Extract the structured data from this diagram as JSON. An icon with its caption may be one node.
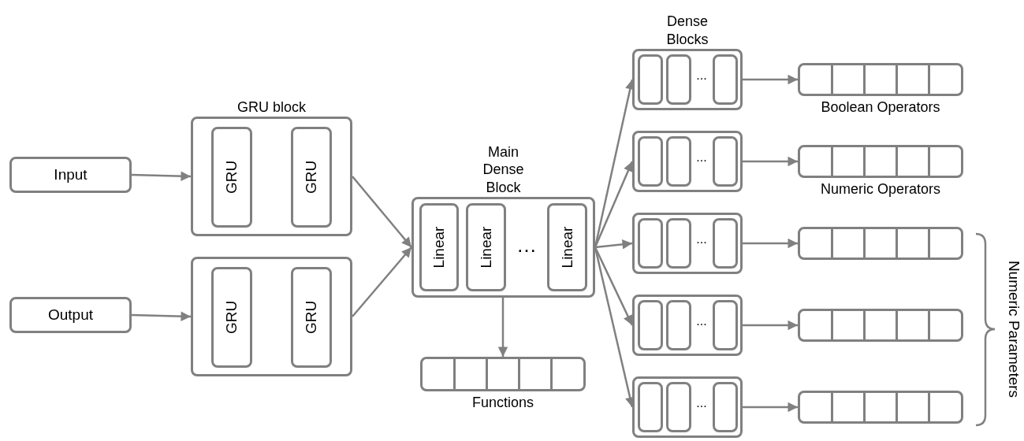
{
  "diagram": {
    "nodes": [
      {
        "text": [
          "Input"
        ]
      },
      {
        "text": [
          "Output"
        ]
      },
      {
        "text": [
          "GRU block"
        ]
      },
      {
        "text": [
          "GRU"
        ],
        "in": 2
      },
      {
        "text": [
          "GRU"
        ],
        "in": 2
      },
      {
        "text": [],
        "shape": "box"
      },
      {
        "text": [
          "GRU"
        ],
        "in": 5
      },
      {
        "text": [
          "GRU"
        ],
        "in": 5
      },
      {
        "text": [
          "Main Dense Block",
          "…"
        ]
      },
      {
        "text": [
          "Linear"
        ],
        "in": 8
      },
      {
        "text": [
          "Linear"
        ],
        "in": 8
      },
      {
        "text": [
          "Linear"
        ],
        "in": 8
      },
      {
        "text": [
          "Functions"
        ]
      },
      {
        "text": [
          "Dense Blocks",
          "..."
        ]
      },
      {
        "text": [],
        "shape": "box",
        "in": 13
      },
      {
        "text": [],
        "shape": "box",
        "in": 13
      },
      {
        "text": [],
        "shape": "box",
        "in": 13
      },
      {
        "text": [
          "..."
        ]
      },
      {
        "text": [],
        "shape": "box",
        "in": 17
      },
      {
        "text": [],
        "shape": "box",
        "in": 17
      },
      {
        "text": [],
        "shape": "box",
        "in": 17
      },
      {
        "text": [
          "..."
        ]
      },
      {
        "text": [],
        "shape": "box",
        "in": 21
      },
      {
        "text": [],
        "shape": "box",
        "in": 21
      },
      {
        "text": [],
        "shape": "box",
        "in": 21
      },
      {
        "text": [
          "..."
        ]
      },
      {
        "text": [],
        "shape": "box",
        "in": 25
      },
      {
        "text": [],
        "shape": "box",
        "in": 25
      },
      {
        "text": [],
        "shape": "box",
        "in": 25
      },
      {
        "text": [
          "..."
        ]
      },
      {
        "text": [],
        "shape": "box",
        "in": 29
      },
      {
        "text": [],
        "shape": "box",
        "in": 29
      },
      {
        "text": [],
        "shape": "box",
        "in": 29
      },
      {
        "text": [
          "Boolean Operators"
        ]
      },
      {
        "text": [
          "Numeric Operators"
        ]
      },
      {
        "text": [],
        "shape": "bar"
      },
      {
        "text": [],
        "shape": "bar"
      },
      {
        "text": [],
        "shape": "bar"
      }
    ],
    "edges": [
      {
        "from": 0,
        "to": 2,
        "arrow": "to"
      },
      {
        "from": 1,
        "to": 5,
        "arrow": "to"
      },
      {
        "from": 2,
        "to": 8,
        "arrow": "to"
      },
      {
        "from": 5,
        "to": 8,
        "arrow": "to"
      },
      {
        "from": 8,
        "to": 12,
        "arrow": "to"
      },
      {
        "from": 8,
        "to": 13,
        "arrow": "to"
      },
      {
        "from": 8,
        "to": 17,
        "arrow": "to"
      },
      {
        "from": 8,
        "to": 21,
        "arrow": "to"
      },
      {
        "from": 8,
        "to": 25,
        "arrow": "to"
      },
      {
        "from": 8,
        "to": 29,
        "arrow": "to"
      },
      {
        "from": 13,
        "to": 33,
        "arrow": "to"
      },
      {
        "from": 17,
        "to": 34,
        "arrow": "to"
      },
      {
        "from": 21,
        "to": 35,
        "arrow": "to"
      },
      {
        "from": 25,
        "to": 36,
        "arrow": "to"
      },
      {
        "from": 29,
        "to": 37,
        "arrow": "to"
      }
    ],
    "labels": [
      "Numeric Parameters"
    ]
  }
}
